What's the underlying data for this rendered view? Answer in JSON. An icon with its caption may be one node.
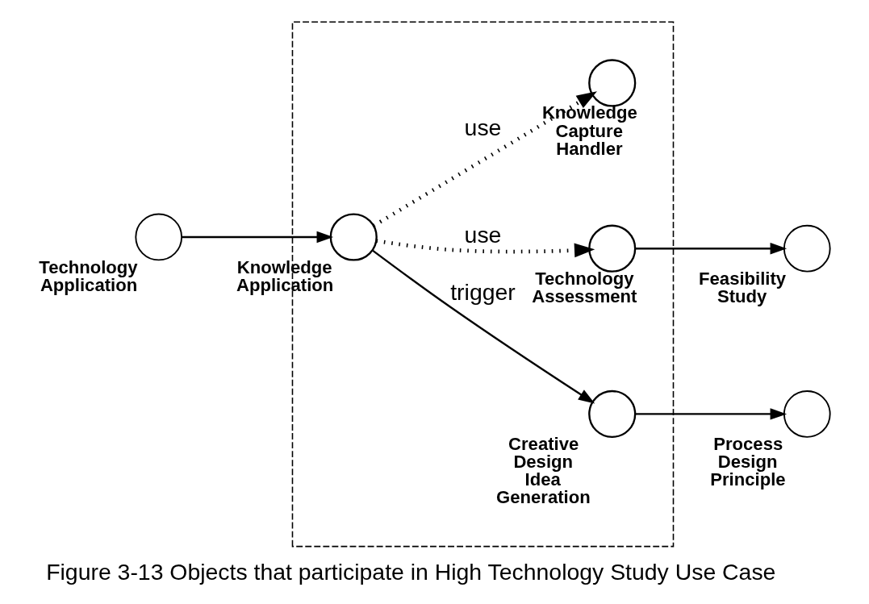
{
  "diagram": {
    "caption": "Figure 3-13 Objects that participate in High Technology Study Use Case",
    "nodes": [
      {
        "text": [],
        "shape": "box"
      },
      {
        "text": [
          "Technology Application"
        ]
      },
      {
        "text": [
          "Knowledge Application"
        ],
        "in": 0
      },
      {
        "text": [
          "Technology Assessment"
        ],
        "in": 0
      },
      {
        "text": [
          "Creative Design Idea Generation"
        ],
        "in": 0
      },
      {
        "text": [
          "Knowledge Capture Handler"
        ],
        "in": 0
      },
      {
        "text": [
          "Feasibility Study"
        ]
      },
      {
        "text": [
          "Process Design Principle"
        ]
      }
    ],
    "edges": [
      {
        "from": 1,
        "to": 2,
        "arrow": "to"
      },
      {
        "from": 2,
        "to": 3,
        "arrow": "to",
        "label": "use",
        "style": "dashed"
      },
      {
        "from": 2,
        "to": 4,
        "arrow": "to",
        "label": "trigger"
      },
      {
        "from": 2,
        "to": 5,
        "arrow": "to",
        "label": "use",
        "style": "dashed"
      },
      {
        "from": 3,
        "to": 6,
        "arrow": "to"
      },
      {
        "from": 4,
        "to": 7,
        "arrow": "to"
      }
    ]
  }
}
